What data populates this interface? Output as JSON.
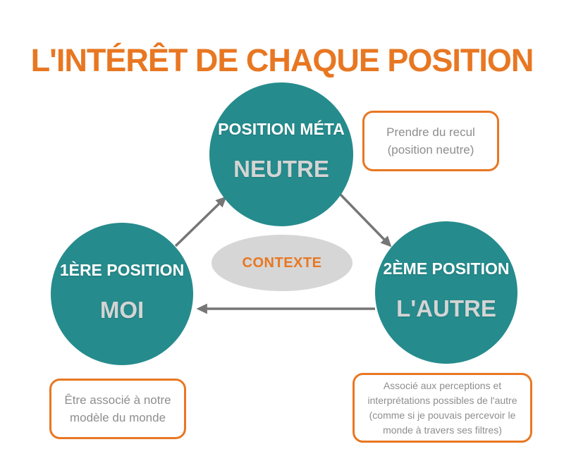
{
  "title": "L'INTÉRÊT DE CHAQUE POSITION",
  "colors": {
    "accent_orange": "#E87722",
    "circle_teal": "#268B8D",
    "ellipse_gray": "#D6D6D6",
    "subtitle_gray": "#D4D4D4",
    "note_text_gray": "#8E8E8E",
    "arrow_gray": "#767676"
  },
  "circles": {
    "meta": {
      "label": "POSITION MÉTA",
      "subtitle": "NEUTRE"
    },
    "moi": {
      "label": "1ÈRE POSITION",
      "subtitle": "MOI"
    },
    "autre": {
      "label": "2ÈME POSITION",
      "subtitle": "L'AUTRE"
    }
  },
  "context": {
    "label": "CONTEXTE"
  },
  "callouts": {
    "meta": {
      "lines": [
        "Prendre du recul",
        "(position neutre)"
      ]
    },
    "moi": {
      "lines": [
        "Être associé à notre",
        "modèle du monde"
      ]
    },
    "autre": {
      "lines": [
        "Associé aux perceptions et",
        "interprétations possibles de l'autre",
        "(comme si je pouvais percevoir le",
        "monde à travers ses filtres)"
      ]
    }
  },
  "arrows": [
    {
      "from": "1ère position (moi)",
      "to": "position méta (neutre)"
    },
    {
      "from": "position méta (neutre)",
      "to": "2ème position (l'autre)"
    },
    {
      "from": "2ème position (l'autre)",
      "to": "1ère position (moi)"
    }
  ]
}
